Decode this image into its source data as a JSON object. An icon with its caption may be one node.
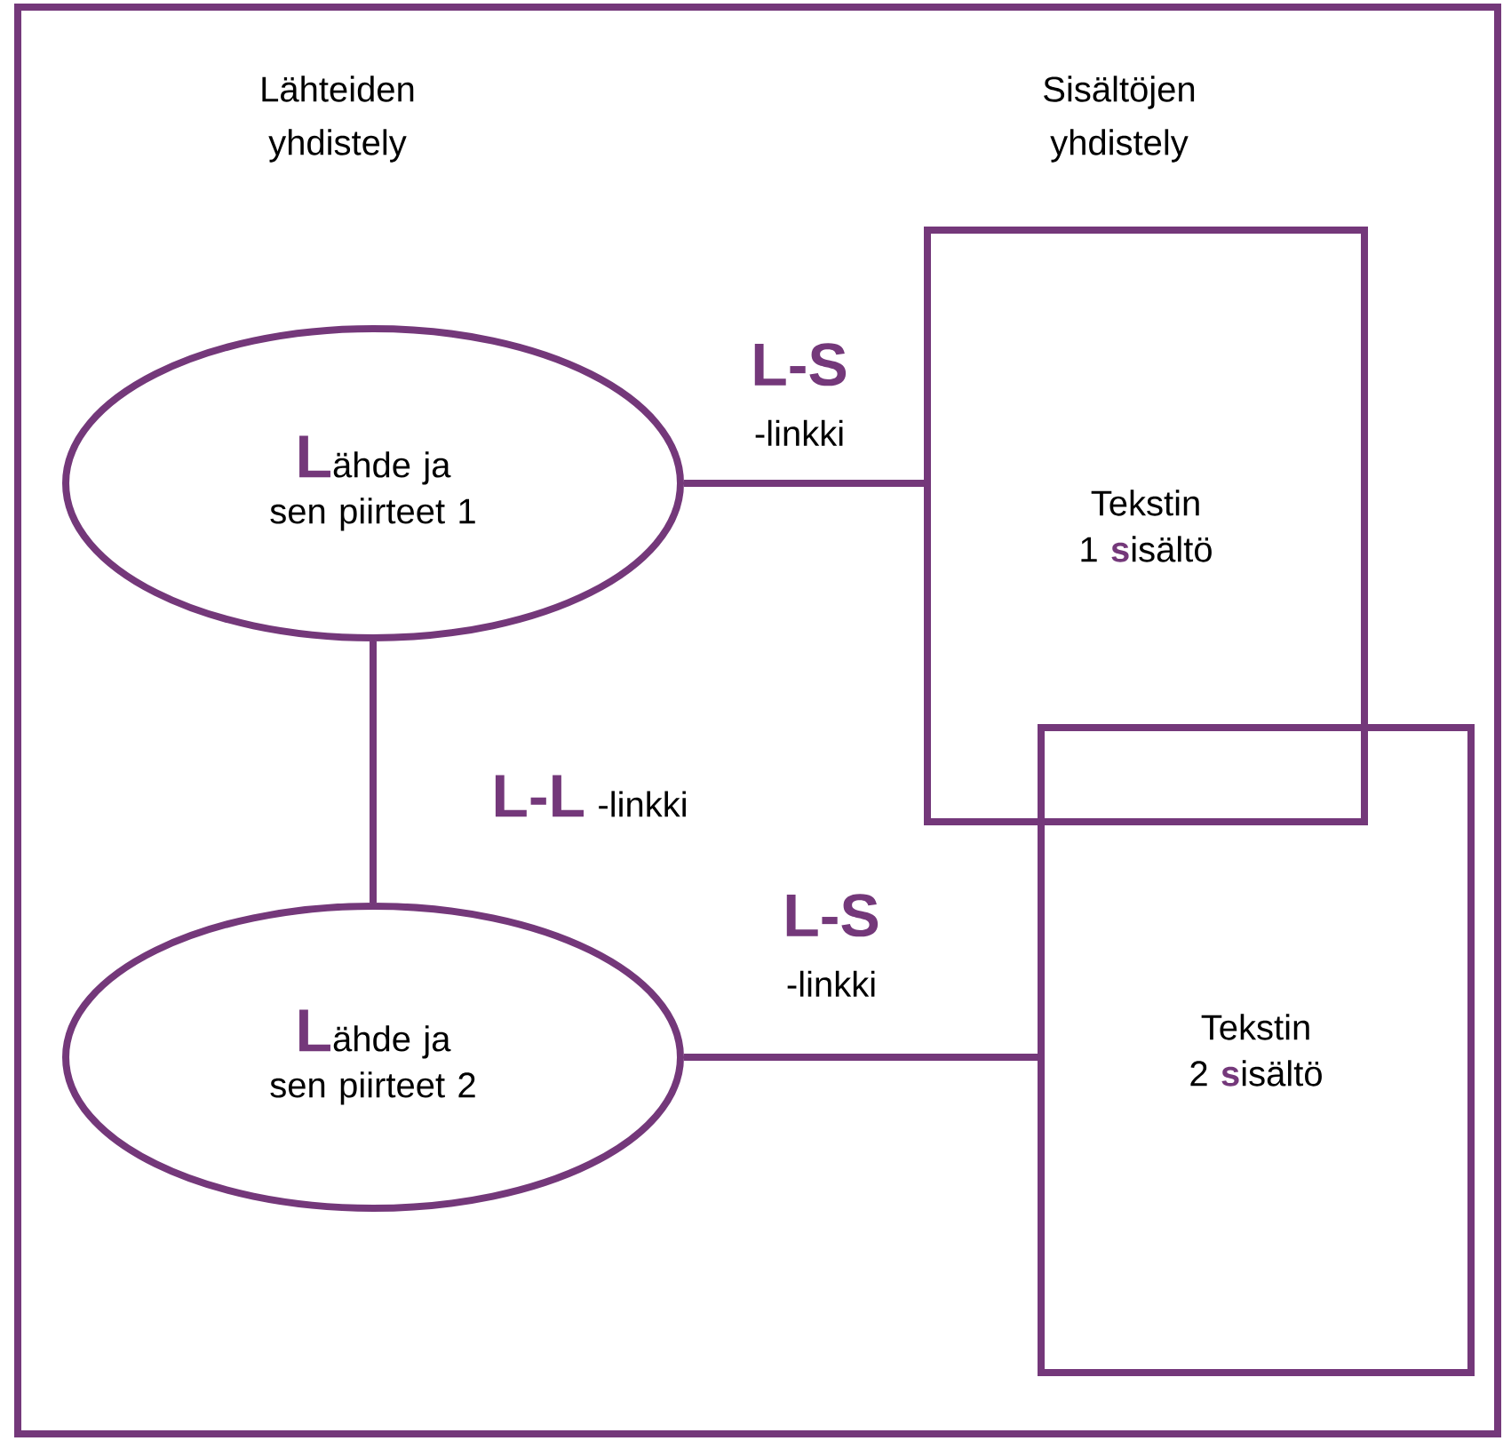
{
  "diagram": {
    "nodes": [
      {
        "text": [
          "**L**ähde ja sen piirteet 1"
        ]
      },
      {
        "text": [
          "**L**ähde ja sen piirteet 2"
        ]
      },
      {
        "text": [
          "Tekstin 1 **s**isältö"
        ]
      },
      {
        "text": [
          "Tekstin 2 **s**isältö"
        ]
      }
    ],
    "edges": [
      {
        "from": 0,
        "to": 2,
        "arrow": "none",
        "label": "**L-S** -linkki"
      },
      {
        "from": 0,
        "to": 1,
        "arrow": "none",
        "label": "**L-L** -linkki"
      },
      {
        "from": 1,
        "to": 3,
        "arrow": "none",
        "label": "**L-S** -linkki"
      }
    ],
    "labels": [
      "Lähteiden yhdistely",
      "Sisältöjen yhdistely"
    ]
  }
}
